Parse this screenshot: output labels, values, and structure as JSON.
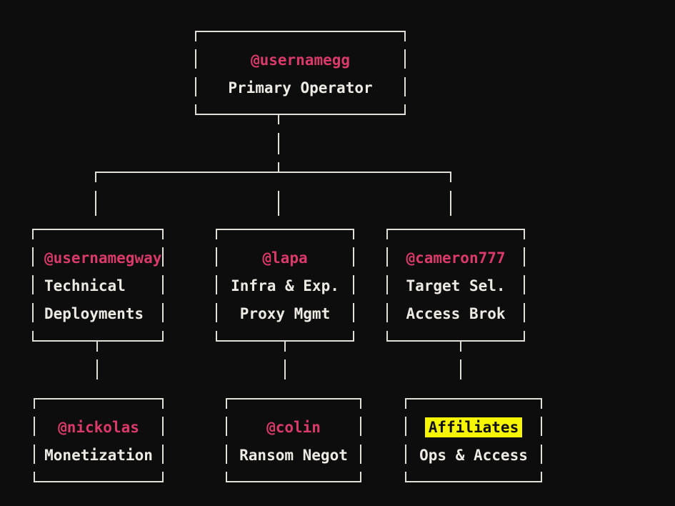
{
  "palette": {
    "bg": "#0d0d0d",
    "line": "#e2dfd8",
    "handle_pink": "#d93a6a",
    "text": "#edeae4",
    "highlight_bg": "#f6f604",
    "highlight_text": "#101010"
  },
  "nodes": {
    "root": {
      "handle": "@usernamegg",
      "roles": [
        "Primary Operator"
      ]
    },
    "tech": {
      "handle": "@usernamegway",
      "roles": [
        "Technical",
        "Deployments"
      ]
    },
    "infra": {
      "handle": "@lapa",
      "roles": [
        "Infra & Exp.",
        "Proxy Mgmt"
      ]
    },
    "target": {
      "handle": "@cameron777",
      "roles": [
        "Target Sel.",
        "Access Brok"
      ]
    },
    "monet": {
      "handle": "@nickolas",
      "roles": [
        "Monetization"
      ]
    },
    "negot": {
      "handle": "@colin",
      "roles": [
        "Ransom Negot"
      ]
    },
    "affiliates": {
      "handle": "Affiliates",
      "roles": [
        "Ops & Access"
      ],
      "highlighted": true
    }
  }
}
